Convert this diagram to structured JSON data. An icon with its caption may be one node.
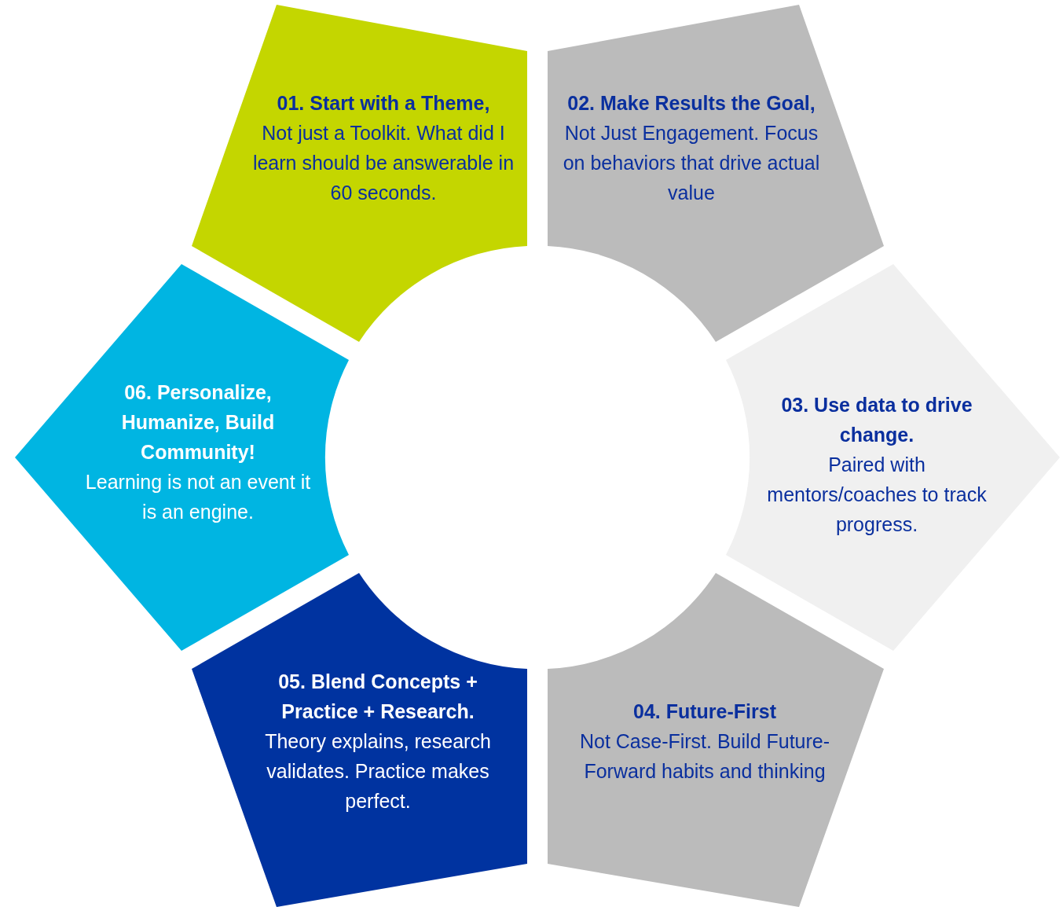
{
  "diagram": {
    "nodes": [
      {
        "text": [
          "01. Start with a Theme,",
          "Not just a Toolkit. What did I learn should be answerable in 60 seconds."
        ]
      },
      {
        "text": [
          "02. Make Results the Goal,",
          "Not Just Engagement. Focus on behaviors that drive actual value"
        ]
      },
      {
        "text": [
          "03. Use data to drive change.",
          "Paired with mentors/coaches to track progress."
        ]
      },
      {
        "text": [
          "04. Future-First",
          "Not Case-First. Build Future-Forward habits and thinking"
        ]
      },
      {
        "text": [
          "05. Blend Concepts + Practice + Research.",
          "Theory explains, research validates. Practice makes perfect."
        ]
      },
      {
        "text": [
          "06. Personalize, Humanize, Build Community!",
          "Learning is not an event it is an engine."
        ]
      }
    ]
  }
}
